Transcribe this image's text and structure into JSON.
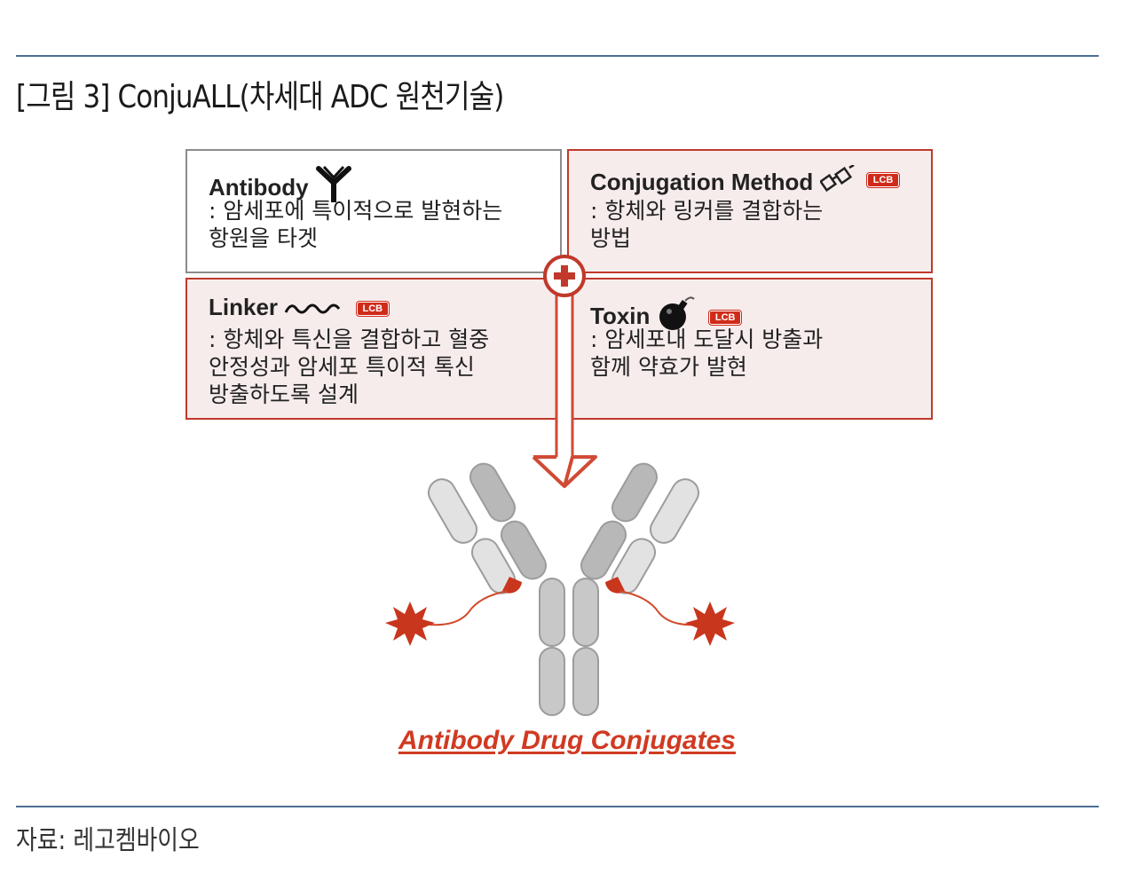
{
  "figure_title": "[그림 3] ConjuALL(차세대 ADC 원천기술)",
  "source": "자료: 레고켐바이오",
  "badge_label": "LCB",
  "boxes": {
    "antibody": {
      "title": "Antibody",
      "desc": ": 암세포에 특이적으로 발현하는\n 항원을 타겟"
    },
    "conjugation": {
      "title": "Conjugation Method",
      "desc": ": 항체와 링커를 결합하는\n 방법"
    },
    "linker": {
      "title": "Linker",
      "desc": ": 항체와 특신을 결합하고 혈중\n 안정성과 암세포 특이적 톡신\n 방출하도록 설계"
    },
    "toxin": {
      "title": "Toxin",
      "desc": ": 암세포내 도달시 방출과\n 함께 약효가 발현"
    }
  },
  "caption": "Antibody Drug Conjugates",
  "colors": {
    "accent_red": "#c0392b",
    "rule_blue": "#4a6f93",
    "antibody_grey": "#c8c8c8"
  },
  "icons": [
    "antibody-y-icon",
    "plug-icon",
    "wave-icon",
    "bomb-icon",
    "plus-circle-icon",
    "down-arrow-icon",
    "toxin-star-icon"
  ]
}
